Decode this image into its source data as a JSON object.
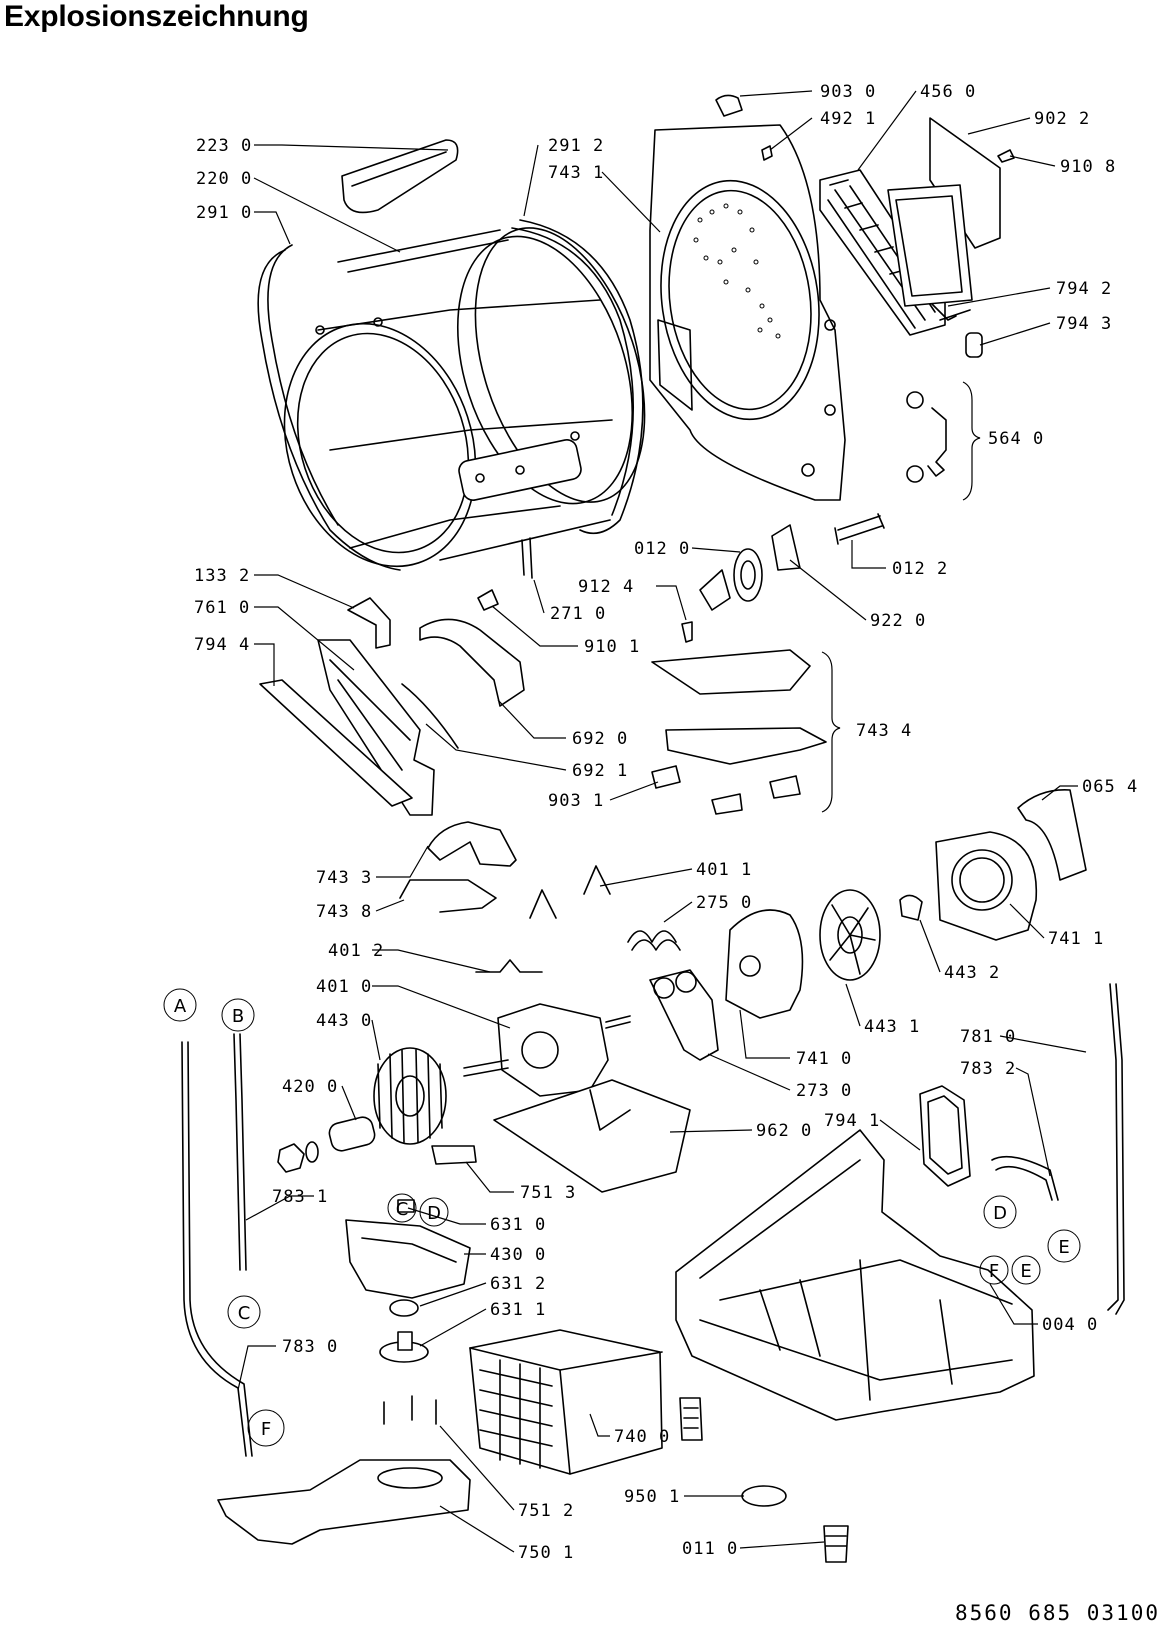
{
  "title": "Explosionszeichnung",
  "document_number": "8560 685 03100",
  "part_labels": {
    "p2230": "223 0",
    "p2200": "220 0",
    "p2910": "291 0",
    "p2912": "291 2",
    "p7431": "743 1",
    "p9030": "903 0",
    "p4921": "492 1",
    "p4560": "456 0",
    "p9022": "902 2",
    "p9108": "910 8",
    "p7942": "794 2",
    "p7943": "794 3",
    "p5640": "564 0",
    "p0120": "012 0",
    "p0122": "012 2",
    "p9124": "912 4",
    "p9220": "922 0",
    "p2710": "271 0",
    "p9101": "910 1",
    "p1332": "133 2",
    "p7610": "761 0",
    "p7944": "794 4",
    "p6920": "692 0",
    "p6921": "692 1",
    "p7434": "743 4",
    "p9031": "903 1",
    "p0654": "065 4",
    "p7433": "743 3",
    "p7438": "743 8",
    "p4011": "401 1",
    "p2750": "275 0",
    "p7411": "741 1",
    "p4012": "401 2",
    "p4432": "443 2",
    "p4010": "401 0",
    "p4431": "443 1",
    "p4430": "443 0",
    "p7810": "781 0",
    "p7832": "783 2",
    "p7410": "741 0",
    "p4200": "420 0",
    "p2730": "273 0",
    "p7941": "794 1",
    "p9620": "962 0",
    "p7513": "751 3",
    "p7831": "783 1",
    "p6310": "631 0",
    "p4300": "430 0",
    "p6312": "631 2",
    "p6311": "631 1",
    "p0040": "004 0",
    "p7830": "783 0",
    "p7400": "740 0",
    "p9501": "950 1",
    "p7512": "751 2",
    "p0110": "011 0",
    "p7501": "750 1"
  },
  "connector_refs": {
    "A": "A",
    "B": "B",
    "C1": "C",
    "C2": "C",
    "D1": "D",
    "D2": "D",
    "E1": "E",
    "E2": "E",
    "F1": "F",
    "F2": "F"
  }
}
